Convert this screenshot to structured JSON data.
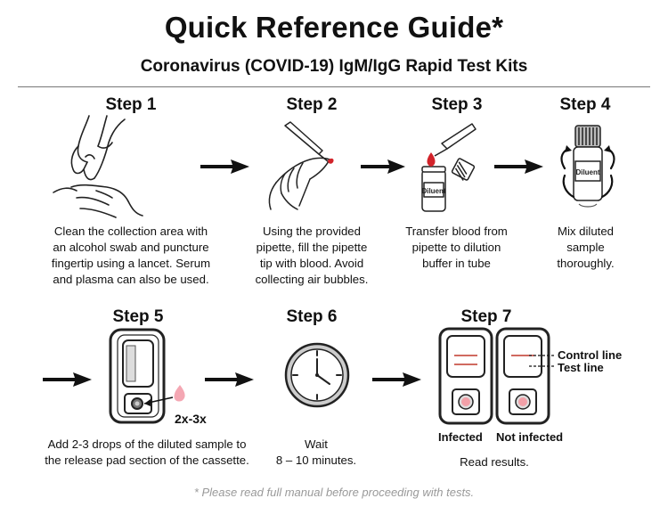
{
  "header": {
    "title": "Quick Reference Guide*",
    "subtitle": "Coronavirus (COVID-19) IgM/IgG Rapid Test Kits"
  },
  "steps": [
    {
      "label": "Step 1",
      "lines": [
        "Clean the collection area with",
        "an alcohol swab and puncture",
        "fingertip using a lancet. Serum",
        "and plasma can also be used."
      ]
    },
    {
      "label": "Step 2",
      "lines": [
        "Using the provided",
        "pipette, fill the pipette",
        "tip with blood. Avoid",
        "collecting air bubbles."
      ]
    },
    {
      "label": "Step 3",
      "lines": [
        "Transfer blood from",
        "pipette to dilution",
        "buffer in tube"
      ]
    },
    {
      "label": "Step 4",
      "lines": [
        "Mix diluted",
        "sample",
        "thoroughly."
      ]
    },
    {
      "label": "Step 5",
      "lines": [
        "Add 2-3 drops of the diluted sample to",
        "the release pad section of the cassette."
      ]
    },
    {
      "label": "Step 6",
      "lines": [
        "Wait",
        "8 – 10 minutes."
      ]
    },
    {
      "label": "Step 7",
      "lines": [
        "Read results."
      ]
    }
  ],
  "illustrations": {
    "diluent_label": "Diluent",
    "drops_label": "2x-3x",
    "control_line_label": "Control line",
    "test_line_label": "Test line",
    "infected_label": "Infected",
    "not_infected_label": "Not infected"
  },
  "colors": {
    "blood": "#d2232a",
    "pink_drop": "#f4a7b3"
  },
  "footnote": "* Please read full manual before proceeding with tests."
}
